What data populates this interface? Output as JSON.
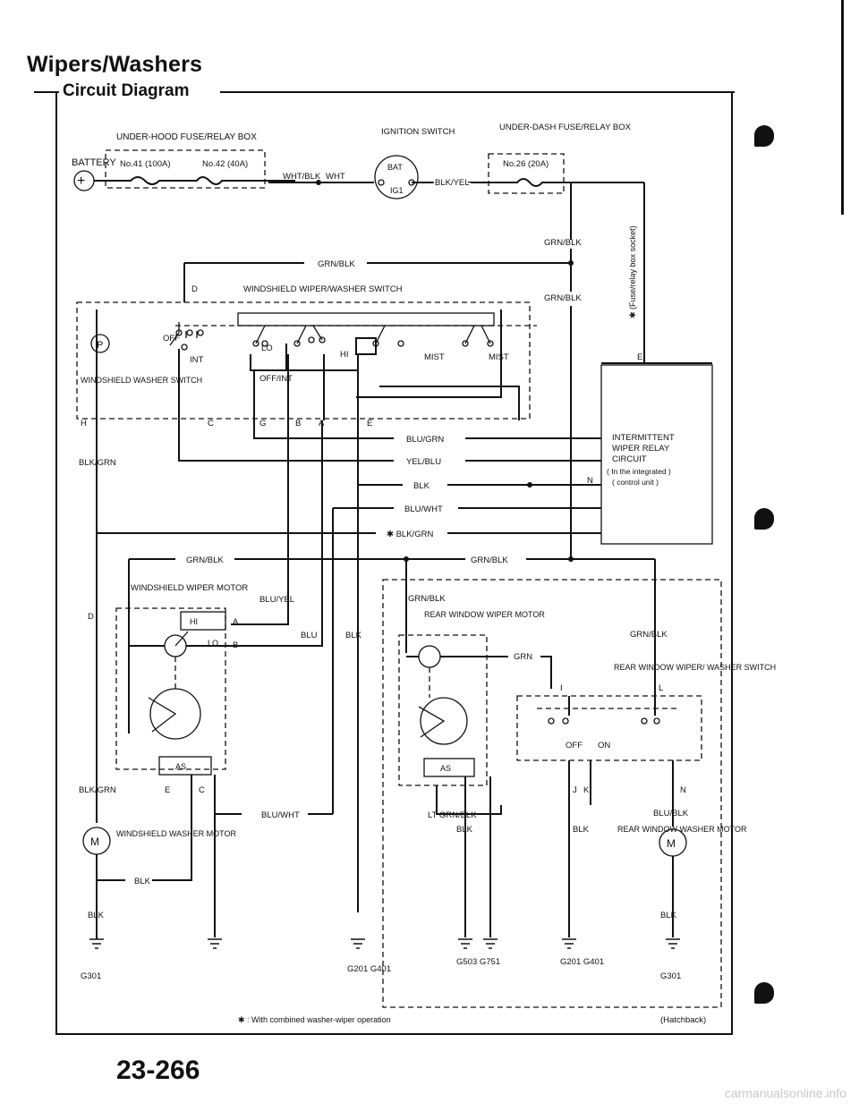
{
  "page": {
    "title": "Wipers/Washers",
    "subtitle": "Circuit Diagram",
    "page_number": "23-266",
    "watermark": "carmanualsonline.info"
  },
  "diagram": {
    "battery": "BATTERY",
    "under_hood_box": "UNDER-HOOD FUSE/RELAY BOX",
    "fuse_41": "No.41 (100A)",
    "fuse_42": "No.42 (40A)",
    "wire_wht_blk": "WHT/BLK",
    "wire_wht": "WHT",
    "ignition_switch": "IGNITION SWITCH",
    "ign_bat": "BAT",
    "ign_ig1": "IG1",
    "wire_blk_yel": "BLK/YEL",
    "under_dash_box": "UNDER-DASH FUSE/RELAY BOX",
    "fuse_26": "No.26 (20A)",
    "wire_grn_blk": "GRN/BLK",
    "fuse_relay_note": "✱ (Fuse/relay box socket)",
    "ws_switch_title": "WINDSHIELD WIPER/WASHER SWITCH",
    "ws_washer_switch": "WINDSHIELD WASHER SWITCH",
    "pos_off": "OFF",
    "pos_int": "INT",
    "pos_lo": "LO",
    "pos_hi": "HI",
    "pos_mist": "MIST",
    "pos_off_int": "OFF/INT",
    "pin_d": "D",
    "pin_h": "H",
    "pin_c": "C",
    "pin_g": "G",
    "pin_b": "B",
    "pin_a": "A",
    "pin_e": "E",
    "pin_n": "N",
    "pin_i": "I",
    "pin_l": "L",
    "pin_j": "J",
    "pin_k": "K",
    "wire_blu_grn": "BLU/GRN",
    "wire_yel_blu": "YEL/BLU",
    "wire_blk": "BLK",
    "wire_blu_wht": "BLU/WHT",
    "wire_blk_grn_star": "✱ BLK/GRN",
    "wire_blk_grn": "BLK/GRN",
    "intermittent_1": "INTERMITTENT",
    "intermittent_2": "WIPER RELAY",
    "intermittent_3": "CIRCUIT",
    "intermittent_4": "( In the integrated )",
    "intermittent_5": "( control unit )",
    "ws_wiper_motor": "WINDSHIELD WIPER MOTOR",
    "wire_blu_yel": "BLU/YEL",
    "wire_blu": "BLU",
    "motor_hi": "HI",
    "motor_lo": "LO",
    "motor_as": "AS",
    "ws_washer_motor": "WINDSHIELD WASHER MOTOR",
    "motor_m": "M",
    "rear_wiper_motor": "REAR WINDOW WIPER MOTOR",
    "wire_grn": "GRN",
    "rear_switch": "REAR WINDOW WIPER/ WASHER SWITCH",
    "rear_off": "OFF",
    "rear_on": "ON",
    "wire_lt_grn_blk": "LT GRN/BLK",
    "wire_blu_blk": "BLU/BLK",
    "rear_washer_motor": "REAR WINDOW WASHER MOTOR",
    "g301_left": "G301",
    "g201_g401": "G201 G401",
    "g503_g751": "G503 G751",
    "g201_g401_b": "G201 G401",
    "g301_right": "G301",
    "footnote": "✱ : With combined washer-wiper operation",
    "hatchback": "(Hatchback)"
  }
}
